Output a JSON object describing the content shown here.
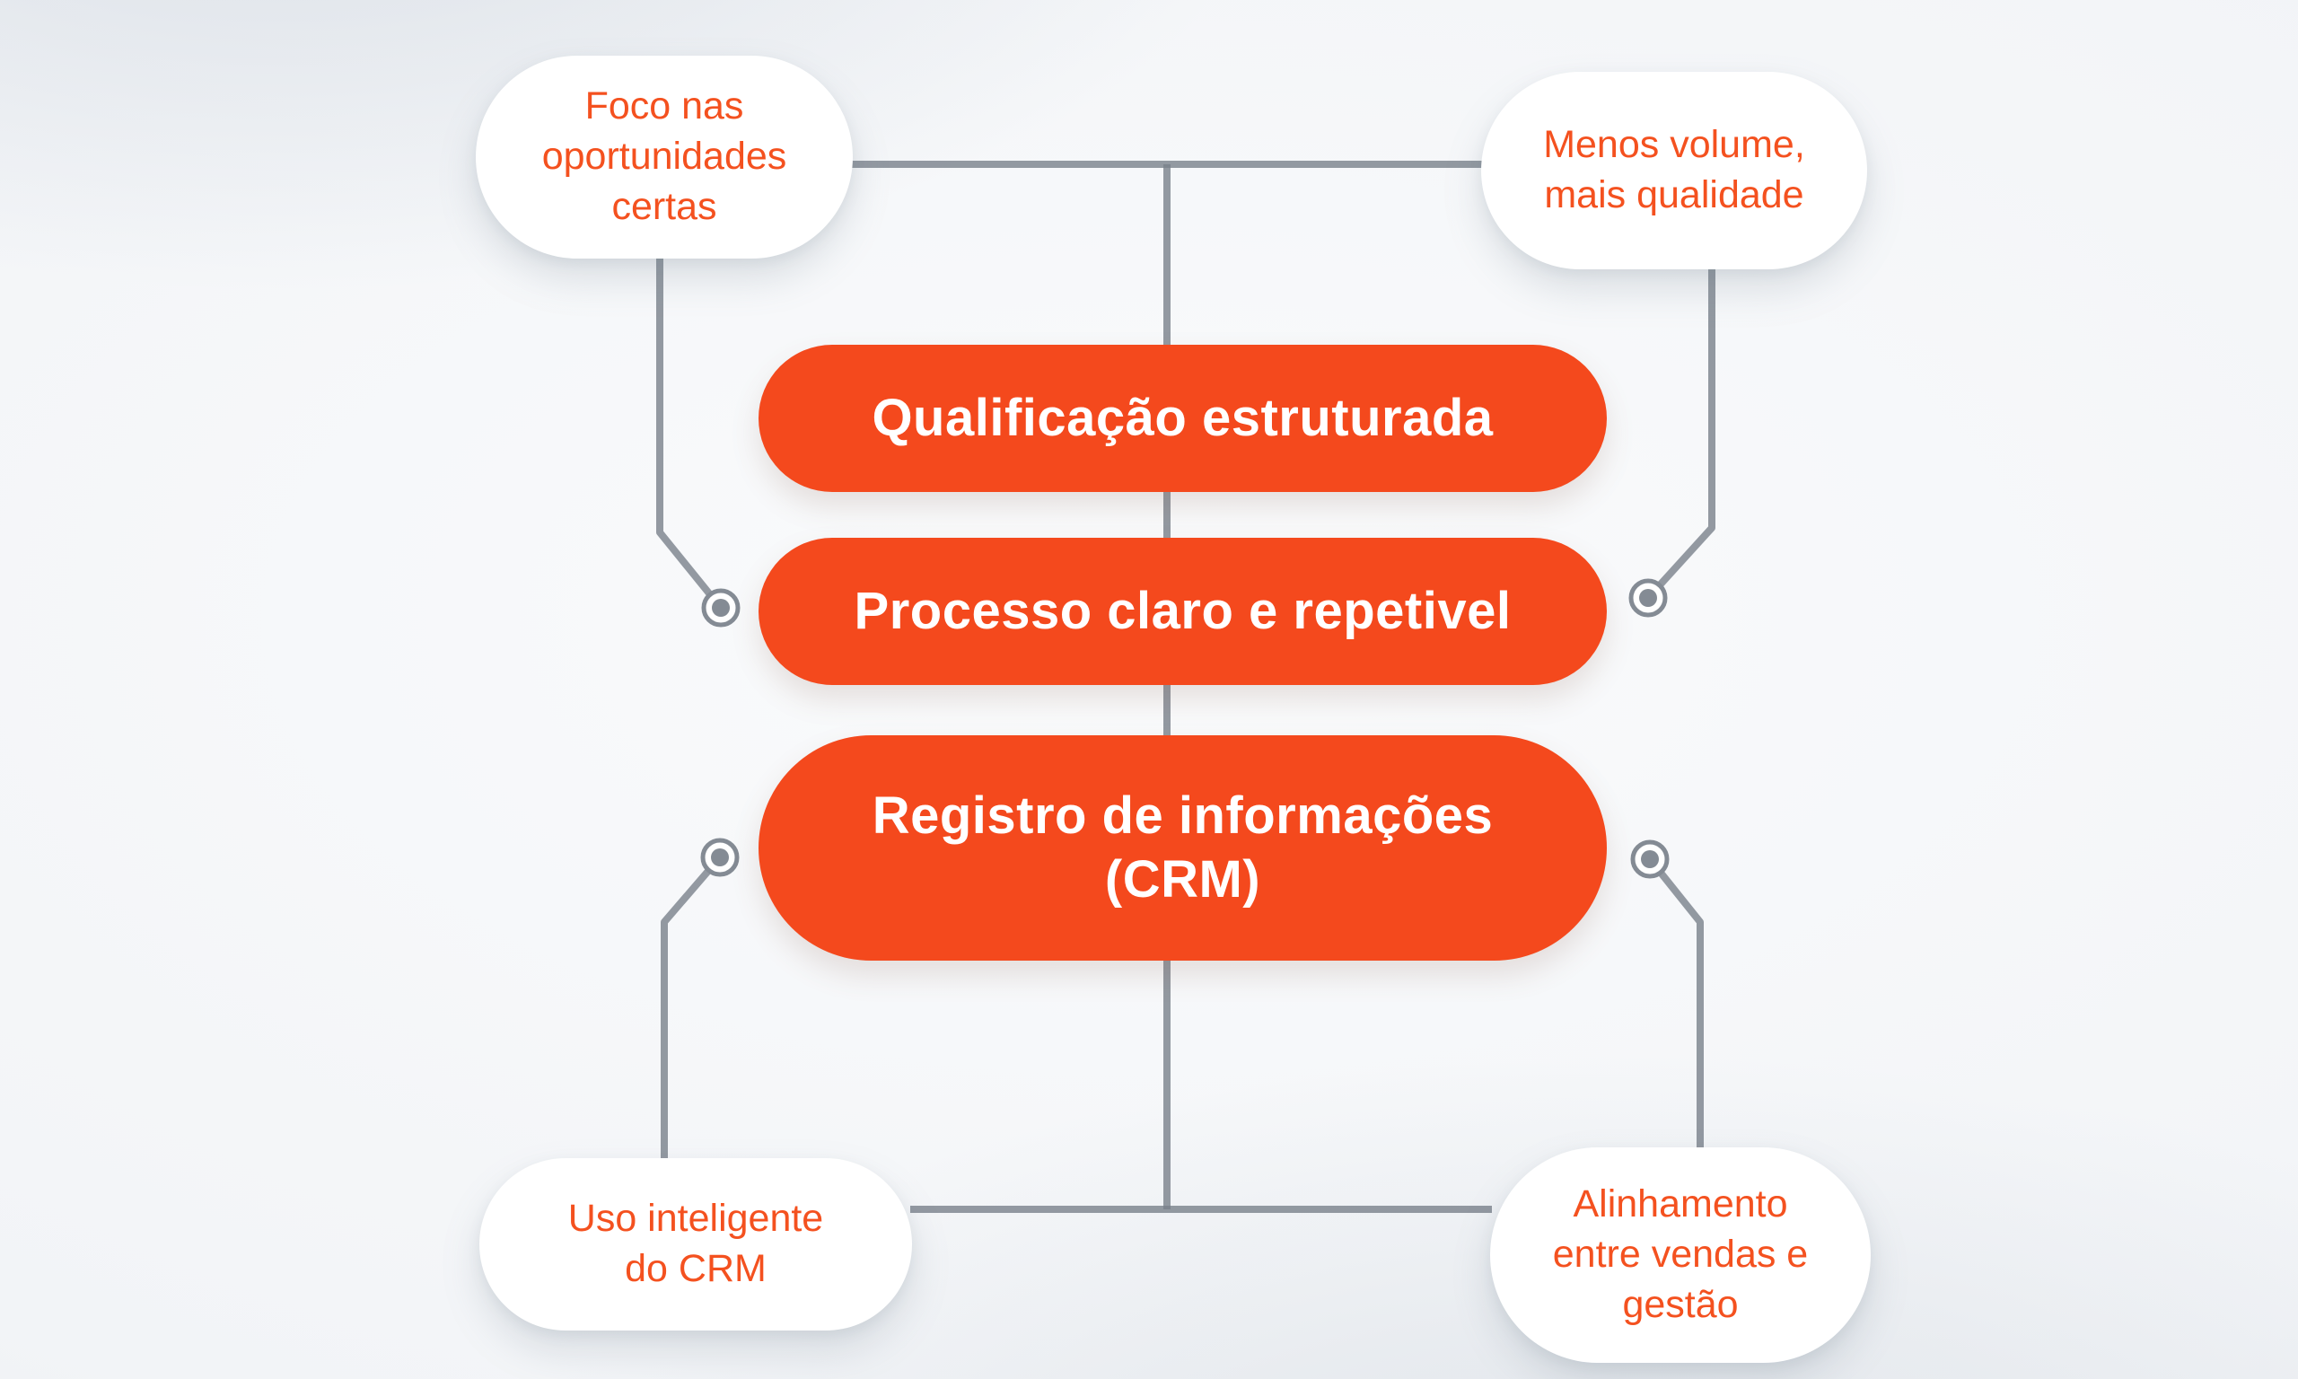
{
  "diagram": {
    "title": "CRM qualification flow diagram",
    "center_nodes": [
      {
        "id": "qualificacao-estruturada",
        "label": "Qualificação estruturada"
      },
      {
        "id": "processo-claro-e-repetivel",
        "label": "Processo claro e repetivel"
      },
      {
        "id": "registro-de-informacoes-crm",
        "label": "Registro de informações\n(CRM)"
      }
    ],
    "side_notes": [
      {
        "id": "top-left",
        "label": "Foco nas\noportunidades\ncertas"
      },
      {
        "id": "top-right",
        "label": "Menos volume,\nmais qualidade"
      },
      {
        "id": "bottom-left",
        "label": "Uso inteligente\ndo CRM"
      },
      {
        "id": "bottom-right",
        "label": "Alinhamento\nentre vendas e\ngestão"
      }
    ],
    "colors": {
      "accent_orange": "#F4491D",
      "note_text_orange": "#F4511F",
      "connector_gray": "#79818B",
      "note_background": "#FFFFFF"
    }
  }
}
